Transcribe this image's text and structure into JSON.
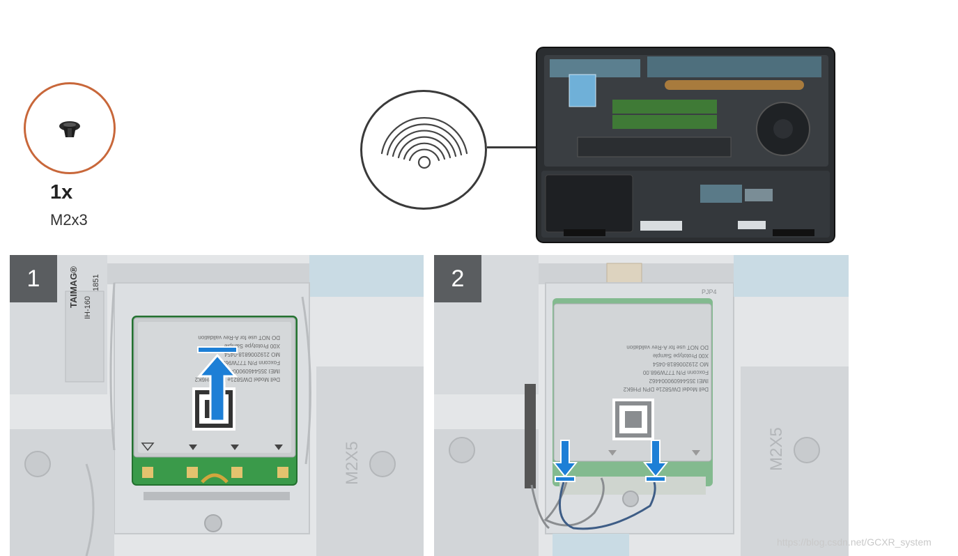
{
  "screw": {
    "quantity": "1x",
    "size": "M2x3"
  },
  "steps": [
    {
      "number": "1"
    },
    {
      "number": "2"
    }
  ],
  "labels": {
    "taimag": "TAIMAG®",
    "ih160": "IH-160",
    "code1851": "1851",
    "m2x5": "M2X5",
    "pjp4": "PJP4"
  },
  "card_label_lines": [
    "Dell Model  DW5821e     DPN  PH6K2",
    "IMEI 355446090004462",
    "Foxconn P/N  T77W968.00",
    "MO  2192006818-0454",
    "X00  Prototype Sample",
    "DO NOT use for A-Rev validation"
  ],
  "watermark": "https://blog.csdn.net/GCXR_system",
  "colors": {
    "screw_ring": "#c8673a",
    "arrow_blue": "#1d7fd6",
    "wlan_card": "#2f8fc9",
    "badge": "#5a5d60"
  }
}
